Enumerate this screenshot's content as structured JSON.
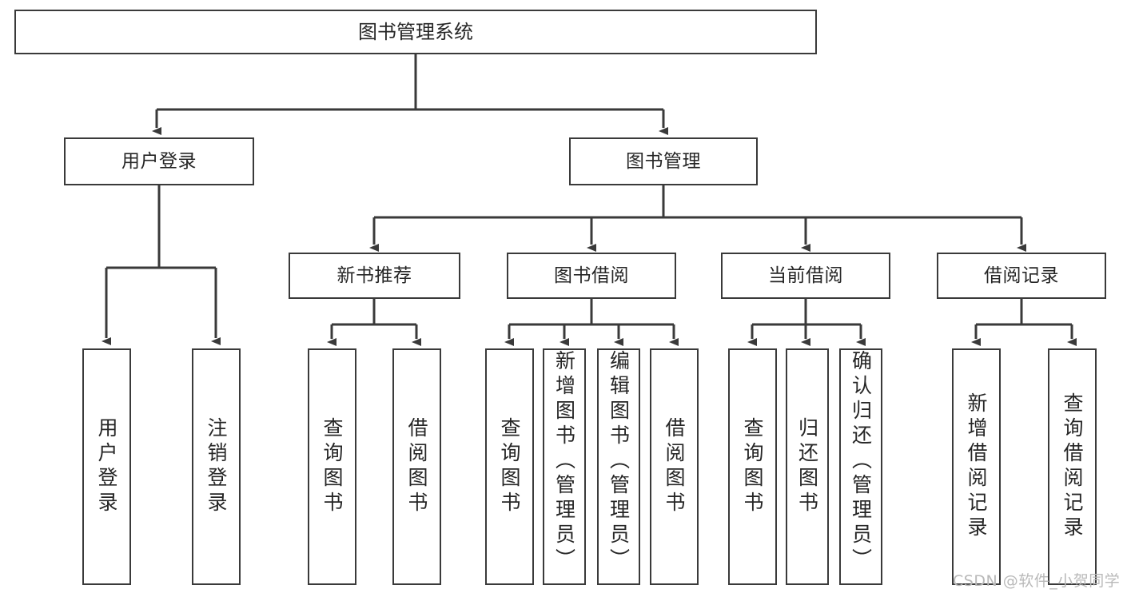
{
  "diagram": {
    "title": "图书管理系统",
    "type": "tree-hierarchy-chart",
    "colors": {
      "border": "#3a3a3a",
      "text": "#262626",
      "background": "#ffffff",
      "watermark": "#b9b9b9"
    },
    "root": {
      "label": "图书管理系统"
    },
    "level2": [
      {
        "label": "用户登录"
      },
      {
        "label": "图书管理"
      }
    ],
    "level3": [
      {
        "label": "新书推荐"
      },
      {
        "label": "图书借阅"
      },
      {
        "label": "当前借阅"
      },
      {
        "label": "借阅记录"
      }
    ],
    "leaves": {
      "user_login": [
        {
          "label": "用户登录"
        },
        {
          "label": "注销登录"
        }
      ],
      "new_book": [
        {
          "label": "查询图书"
        },
        {
          "label": "借阅图书"
        }
      ],
      "book_borrow": [
        {
          "label": "查询图书"
        },
        {
          "label": "新增图书（管理员）"
        },
        {
          "label": "编辑图书（管理员）"
        },
        {
          "label": "借阅图书"
        }
      ],
      "current_borrow": [
        {
          "label": "查询图书"
        },
        {
          "label": "归还图书"
        },
        {
          "label": "确认归还（管理员）"
        }
      ],
      "borrow_record": [
        {
          "label": "新增借阅记录"
        },
        {
          "label": "查询借阅记录"
        }
      ]
    }
  },
  "watermark": {
    "text": "CSDN @软件_小贺同学"
  }
}
